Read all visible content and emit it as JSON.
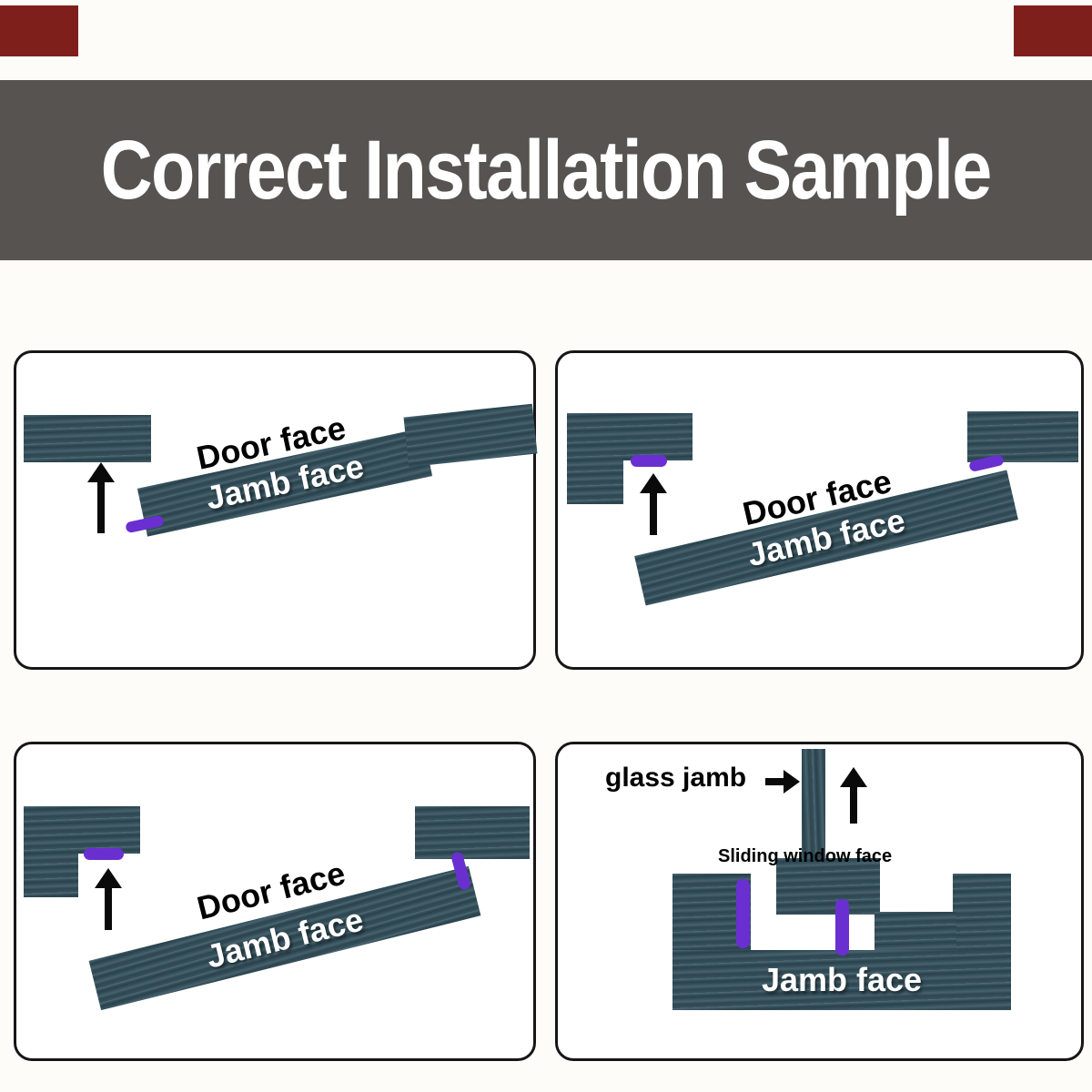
{
  "banner": {
    "title": "Correct Installation Sample"
  },
  "colors": {
    "page_bg": "#fdfcf9",
    "banner_bg": "#575350",
    "banner_text": "#ffffff",
    "accent_bar": "#7e1f1c",
    "panel_border": "#161616",
    "wood": "#36535f",
    "seal": "#6a2fd0",
    "label_black": "#000000",
    "label_white": "#ffffff"
  },
  "icons": {
    "up_arrow": "↑",
    "right_arrow": "→"
  },
  "panels": {
    "top_left": {
      "door_face_label": "Door face",
      "jamb_face_label": "Jamb face"
    },
    "top_right": {
      "door_face_label": "Door face",
      "jamb_face_label": "Jamb face"
    },
    "bottom_left": {
      "door_face_label": "Door face",
      "jamb_face_label": "Jamb face"
    },
    "bottom_right": {
      "glass_jamb_label": "glass jamb",
      "sliding_window_face_label": "Sliding window face",
      "jamb_face_label": "Jamb face"
    }
  }
}
